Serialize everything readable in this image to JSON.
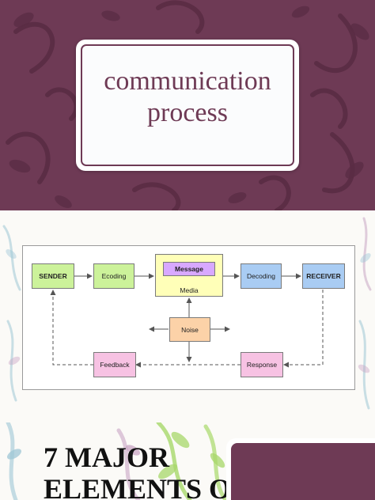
{
  "slide1": {
    "title_line1": "communication",
    "title_line2": "process"
  },
  "diagram": {
    "sender": "SENDER",
    "encoding": "Ecoding",
    "message": "Message",
    "media": "Media",
    "decoding": "Decoding",
    "receiver": "RECEIVER",
    "noise": "Noise",
    "feedback": "Feedback",
    "response": "Response"
  },
  "slide3": {
    "heading_line1": "7 MAJOR",
    "heading_line2": "ELEMENTS OF"
  },
  "colors": {
    "plum": "#6e3a55",
    "sender_green": "#ccf29a",
    "encoding_green": "#ccf29a",
    "media_yellow": "#ffffb8",
    "message_purple": "#d8a8ff",
    "decoding_blue": "#a9ccf3",
    "noise_orange": "#fcd2a8",
    "feedback_pink": "#f7c2e3"
  }
}
